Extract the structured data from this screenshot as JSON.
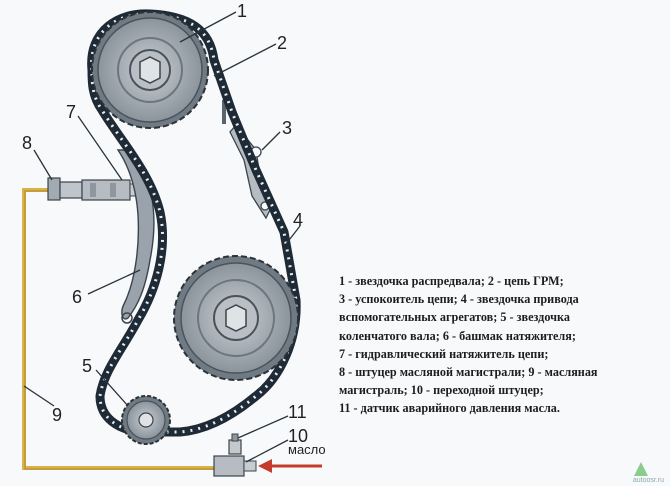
{
  "callouts": {
    "c1": "1",
    "c2": "2",
    "c3": "3",
    "c4": "4",
    "c5": "5",
    "c6": "6",
    "c7": "7",
    "c8": "8",
    "c9": "9",
    "c10": "10",
    "c11": "11"
  },
  "oil_label": "масло",
  "legend_lines": [
    "1 - звездочка распредвала; 2 - цепь ГРМ;",
    "3 - успокоитель цепи; 4 - звездочка привода",
    "вспомогательных агрегатов; 5 - звездочка",
    "коленчатого вала; 6 - башмак натяжителя;",
    "7 - гидравлический натяжитель цепи;",
    "8 - штуцер масляной магистрали; 9 - масляная",
    "магистраль; 10 - переходной штуцер;",
    "11 - датчик аварийного давления масла."
  ],
  "watermark": "autoosr.ru",
  "colors": {
    "chain": "#1e2a36",
    "sprocket": "#9aa3ac",
    "oil_line": "#d8b24a",
    "background": "#f7f9fb"
  }
}
